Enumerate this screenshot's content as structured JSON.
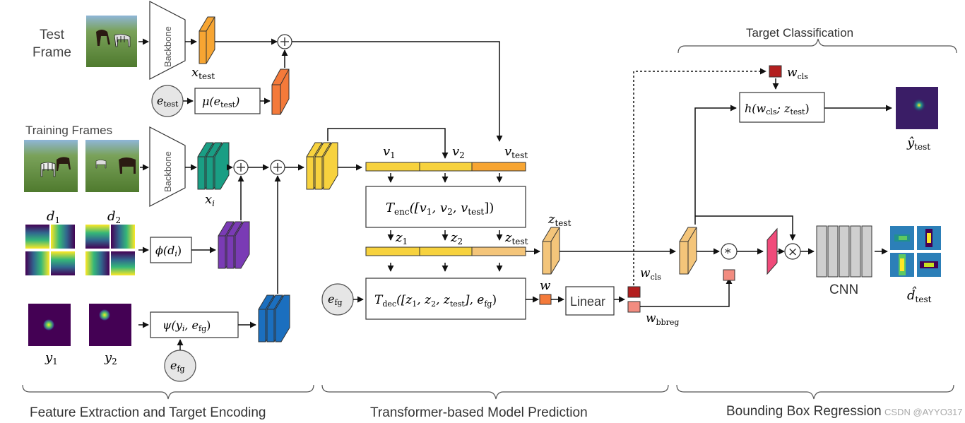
{
  "sections": {
    "feature_extraction": "Feature Extraction and Target Encoding",
    "model_prediction": "Transformer-based Model Prediction",
    "bbox_regression": "Bounding Box Regression",
    "target_classification": "Target Classification"
  },
  "labels": {
    "test_frame_line1": "Test",
    "test_frame_line2": "Frame",
    "training_frames": "Training Frames",
    "backbone": "Backbone",
    "linear": "Linear",
    "cnn": "CNN"
  },
  "math": {
    "x_test": "x",
    "x_test_sub": "test",
    "e_test": "e",
    "e_test_sub": "test",
    "mu": "μ(e",
    "mu_sub": "test",
    "mu_close": ")",
    "x_i": "x",
    "x_i_sub": "i",
    "d1": "d",
    "d1_sub": "1",
    "d2": "d",
    "d2_sub": "2",
    "phi": "ϕ(d",
    "phi_sub": "i",
    "phi_close": ")",
    "y1": "y",
    "y1_sub": "1",
    "y2": "y",
    "y2_sub": "2",
    "psi": "ψ(y",
    "psi_sub": "i",
    "psi_mid": ", e",
    "psi_sub2": "fg",
    "psi_close": ")",
    "e_fg": "e",
    "e_fg_sub": "fg",
    "v1": "v",
    "v1_sub": "1",
    "v2": "v",
    "v2_sub": "2",
    "v_test": "v",
    "v_test_sub": "test",
    "t_enc": "T",
    "t_enc_sub": "enc",
    "t_enc_args": "([v",
    "t_enc_a1": "1",
    "t_enc_m1": ", v",
    "t_enc_a2": "2",
    "t_enc_m2": ", v",
    "t_enc_a3": "test",
    "t_enc_close": "])",
    "z1": "z",
    "z1_sub": "1",
    "z2": "z",
    "z2_sub": "2",
    "z_test": "z",
    "z_test_sub": "test",
    "t_dec": "T",
    "t_dec_sub": "dec",
    "t_dec_args": "([z",
    "t_dec_a1": "1",
    "t_dec_m1": ", z",
    "t_dec_a2": "2",
    "t_dec_m2": ", z",
    "t_dec_a3": "test",
    "t_dec_m3": "], e",
    "t_dec_a4": "fg",
    "t_dec_close": ")",
    "w": "w",
    "w_cls": "w",
    "w_cls_sub": "cls",
    "w_bbreg": "w",
    "w_bbreg_sub": "bbreg",
    "h": "h(w",
    "h_sub": "cls",
    "h_mid": "; z",
    "h_sub2": "test",
    "h_close": ")",
    "y_hat": "ŷ",
    "y_hat_sub": "test",
    "d_hat": "d̂",
    "d_hat_sub": "test",
    "star": "*",
    "times": "×",
    "plus": "+"
  },
  "watermark": "CSDN @AYYO317",
  "colors": {
    "orange": "#f7a532",
    "orange_dark": "#e0851b",
    "red_orange": "#f47a3a",
    "teal": "#1a9e84",
    "purple": "#7a3bb5",
    "blue": "#1b6fbf",
    "yellow": "#f7d23e",
    "yellow_light": "#fae28c",
    "peach": "#f4c57a",
    "dark_red": "#b31f1f",
    "salmon": "#f28c80",
    "pink": "#f04b7a",
    "gray": "#cfcfcf",
    "viridis_dark": "#440154",
    "viridis_yellow": "#fde725"
  }
}
